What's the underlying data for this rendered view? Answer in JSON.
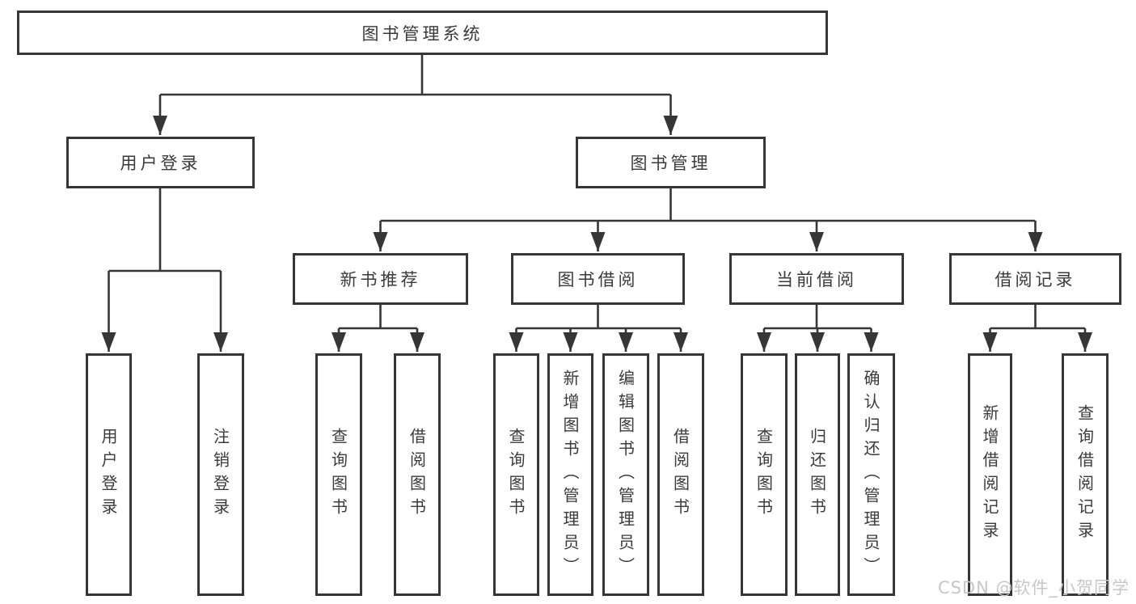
{
  "diagram_type": "hierarchy-tree",
  "colors": {
    "line": "#363636",
    "node_border": "#363636",
    "text": "#3a3a3a",
    "background": "#ffffff",
    "watermark": "#c7c7c7"
  },
  "tree": {
    "label": "图书管理系统",
    "children": [
      {
        "label": "用户登录",
        "children": [
          {
            "label": "用户登录"
          },
          {
            "label": "注销登录"
          }
        ]
      },
      {
        "label": "图书管理",
        "children": [
          {
            "label": "新书推荐",
            "children": [
              {
                "label": "查询图书"
              },
              {
                "label": "借阅图书"
              }
            ]
          },
          {
            "label": "图书借阅",
            "children": [
              {
                "label": "查询图书"
              },
              {
                "label": "新增图书（管理员）"
              },
              {
                "label": "编辑图书（管理员）"
              },
              {
                "label": "借阅图书"
              }
            ]
          },
          {
            "label": "当前借阅",
            "children": [
              {
                "label": "查询图书"
              },
              {
                "label": "归还图书"
              },
              {
                "label": "确认归还（管理员）"
              }
            ]
          },
          {
            "label": "借阅记录",
            "children": [
              {
                "label": "新增借阅记录"
              },
              {
                "label": "查询借阅记录"
              }
            ]
          }
        ]
      }
    ]
  },
  "watermark": {
    "text": "CSDN @软件_小贺同学"
  }
}
